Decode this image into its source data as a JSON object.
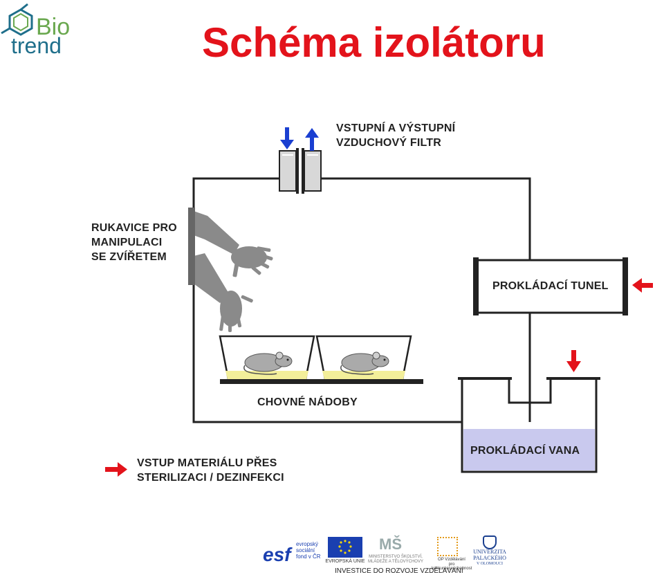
{
  "header": {
    "logo_bio": "Bio",
    "logo_trend": "trend",
    "title": "Schéma izolátoru"
  },
  "labels": {
    "filter_line1": "VSTUPNÍ A VÝSTUPNÍ",
    "filter_line2": "VZDUCHOVÝ FILTR",
    "gloves_line1": "RUKAVICE PRO",
    "gloves_line2": "MANIPULACI",
    "gloves_line3": "SE ZVÍŘETEM",
    "tunnel": "PROKLÁDACÍ TUNEL",
    "containers": "CHOVNÉ NÁDOBY",
    "bath": "PROKLÁDACÍ VANA",
    "input_line1": "VSTUP MATERIÁLU PŘES",
    "input_line2": "STERILIZACI / DEZINFEKCI"
  },
  "footer": {
    "esf_line1": "evropský",
    "esf_line2": "sociální",
    "esf_line3": "fond v ČR",
    "eu": "EVROPSKÁ UNIE",
    "msmt_line1": "MINISTERSTVO ŠKOLSTVÍ,",
    "msmt_line2": "MLÁDEŽE A TĚLOVÝCHOVY",
    "op_line1": "OP Vzdělávání",
    "op_line2": "pro konkurenceschopnost",
    "upol_line1": "UNIVERZITA",
    "upol_line2": "PALACKÉHO",
    "upol_line3": "V OLOMOUCI",
    "slogan": "INVESTICE DO ROZVOJE VZDĚLÁVÁNÍ"
  },
  "colors": {
    "title": "#e3131b",
    "arrow_blue": "#1a3fd1",
    "arrow_red": "#e3131b",
    "bedding": "#f3ef9a",
    "bath_fill": "#c9c9ee"
  }
}
